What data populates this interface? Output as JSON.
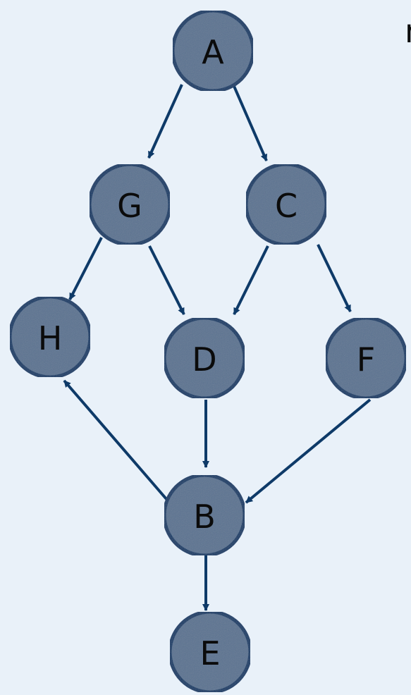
{
  "diagram": {
    "type": "directed-graph",
    "colors": {
      "background": "#e9f1f9",
      "node_fill": "#5b7391",
      "node_stroke": "#0e3a68",
      "edge": "#0e3a68",
      "label": "#0b0b0b"
    },
    "corner_fragment": "n",
    "nodes": [
      {
        "id": "A",
        "label": "A"
      },
      {
        "id": "G",
        "label": "G"
      },
      {
        "id": "C",
        "label": "C"
      },
      {
        "id": "H",
        "label": "H"
      },
      {
        "id": "D",
        "label": "D"
      },
      {
        "id": "F",
        "label": "F"
      },
      {
        "id": "B",
        "label": "B"
      },
      {
        "id": "E",
        "label": "E"
      }
    ],
    "edges": [
      {
        "from": "A",
        "to": "G"
      },
      {
        "from": "A",
        "to": "C"
      },
      {
        "from": "G",
        "to": "H"
      },
      {
        "from": "G",
        "to": "D"
      },
      {
        "from": "C",
        "to": "D"
      },
      {
        "from": "C",
        "to": "F"
      },
      {
        "from": "D",
        "to": "B"
      },
      {
        "from": "F",
        "to": "B"
      },
      {
        "from": "B",
        "to": "H"
      },
      {
        "from": "B",
        "to": "E"
      }
    ]
  }
}
